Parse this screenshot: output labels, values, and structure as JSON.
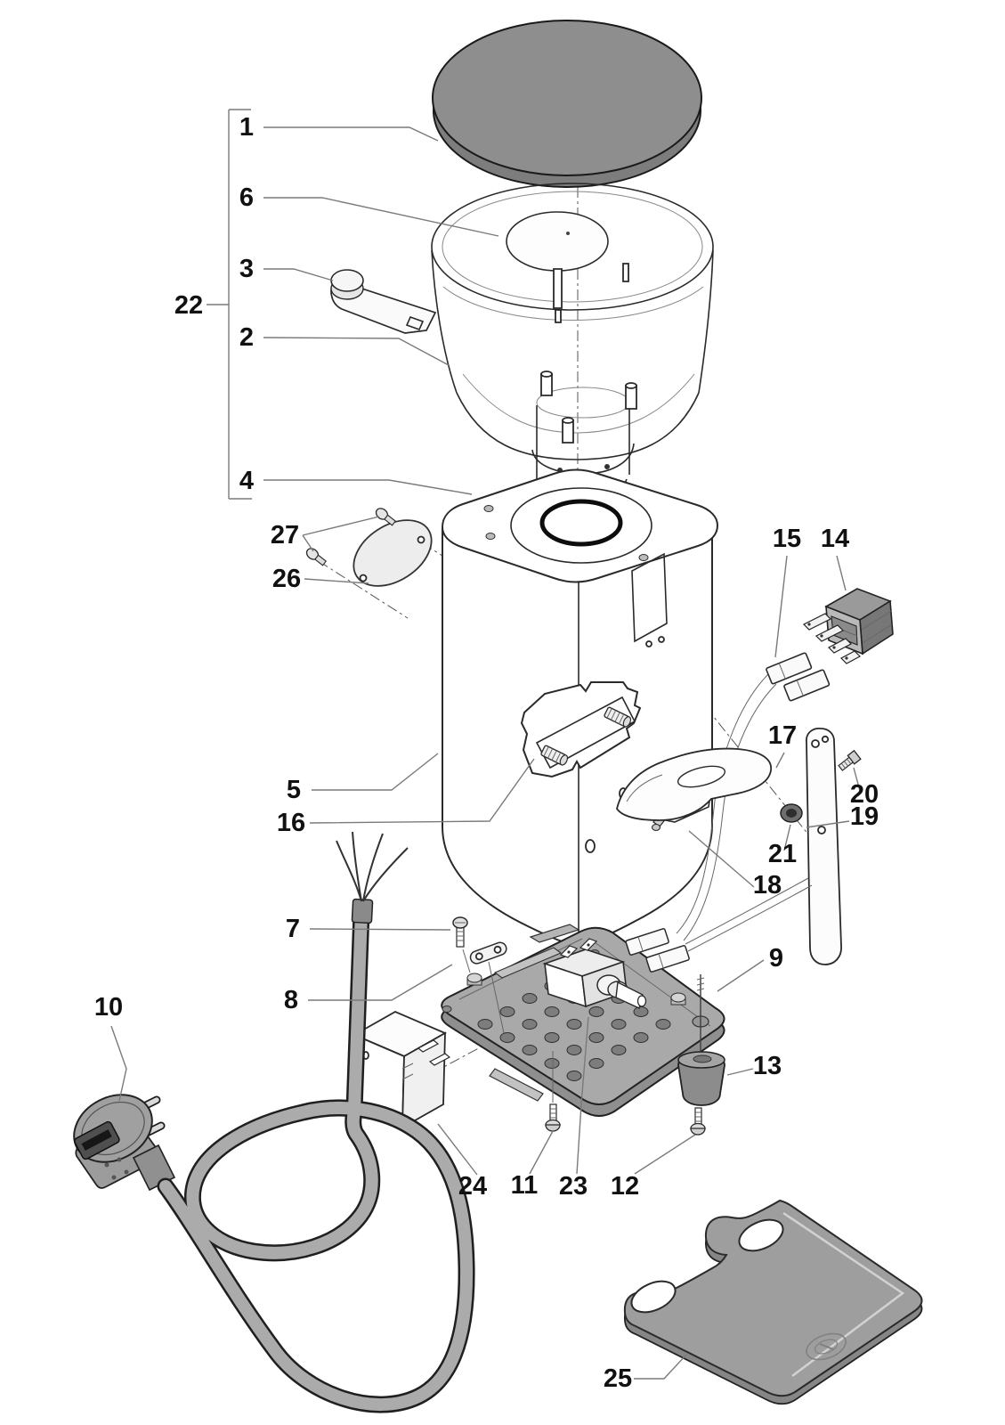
{
  "figure": {
    "kind": "exploded-parts-diagram",
    "background": "#ffffff"
  },
  "colors": {
    "line": "#2a2a2a",
    "leader": "#7a7a7a",
    "lid_gray": "#8e8e8e",
    "cord_gray": "#ababab",
    "tray_gray": "#9e9e9e",
    "plate_gray": "#a9a9a9",
    "switch_dark": "#777777",
    "foot_gray": "#8c8c8c",
    "plug_gray": "#9c9c9c"
  },
  "callouts": {
    "n1": {
      "label": "1"
    },
    "n2": {
      "label": "2"
    },
    "n3": {
      "label": "3"
    },
    "n4": {
      "label": "4"
    },
    "n5": {
      "label": "5"
    },
    "n6": {
      "label": "6"
    },
    "n7": {
      "label": "7"
    },
    "n8": {
      "label": "8"
    },
    "n9": {
      "label": "9"
    },
    "n10": {
      "label": "10"
    },
    "n11": {
      "label": "11"
    },
    "n12": {
      "label": "12"
    },
    "n13": {
      "label": "13"
    },
    "n14": {
      "label": "14"
    },
    "n15": {
      "label": "15"
    },
    "n16": {
      "label": "16"
    },
    "n17": {
      "label": "17"
    },
    "n18": {
      "label": "18"
    },
    "n19": {
      "label": "19"
    },
    "n20": {
      "label": "20"
    },
    "n21": {
      "label": "21"
    },
    "n22": {
      "label": "22"
    },
    "n23": {
      "label": "23"
    },
    "n24": {
      "label": "24"
    },
    "n25": {
      "label": "25"
    },
    "n26": {
      "label": "26"
    },
    "n27": {
      "label": "27"
    }
  }
}
